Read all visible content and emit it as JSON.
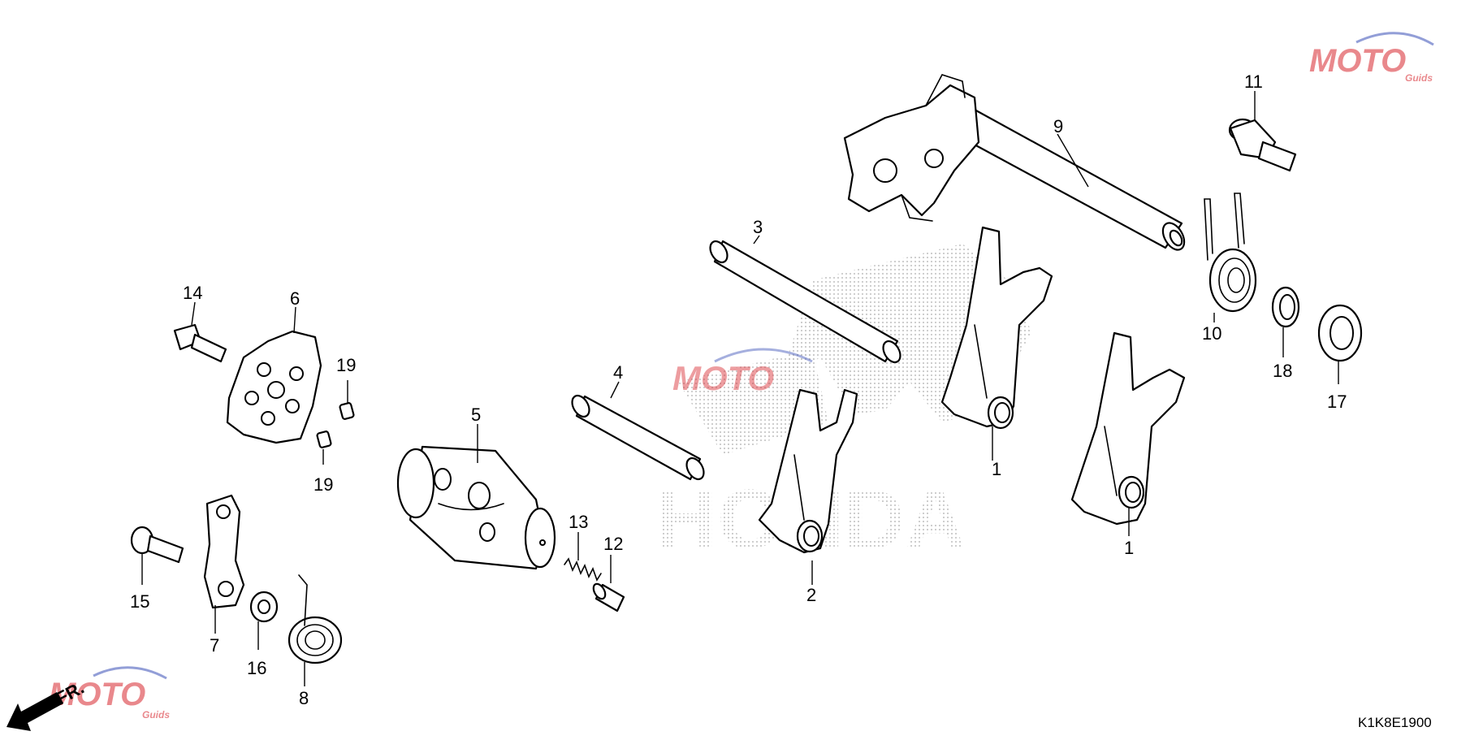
{
  "diagram": {
    "drawing_code": "K1K8E1900",
    "front_indicator": "FR.",
    "watermark_text": "MOTO",
    "watermark_subtext": "Guids",
    "background_logo": "HONDA",
    "accent_red": "#d8282f",
    "accent_blue": "#3a4fb8",
    "callouts": [
      "1",
      "1",
      "2",
      "3",
      "4",
      "5",
      "6",
      "7",
      "8",
      "9",
      "10",
      "11",
      "12",
      "13",
      "14",
      "15",
      "16",
      "17",
      "18",
      "19",
      "19"
    ]
  }
}
